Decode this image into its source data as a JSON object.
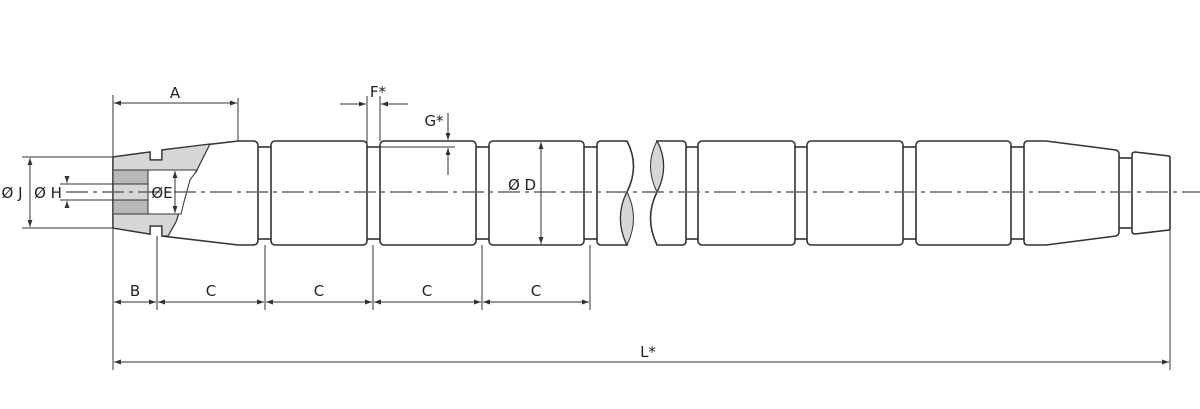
{
  "title": "Drill rod technical drawing",
  "dimensions": {
    "A": "A",
    "B": "B",
    "C": "C",
    "D": "Ø D",
    "E": "ØE",
    "F": "F*",
    "G": "G*",
    "H": "Ø H",
    "J": "Ø J",
    "L": "L*"
  },
  "colors": {
    "line": "#333333",
    "section_fill": "#d6d6d6",
    "bore_fill": "#b8b8b8"
  }
}
